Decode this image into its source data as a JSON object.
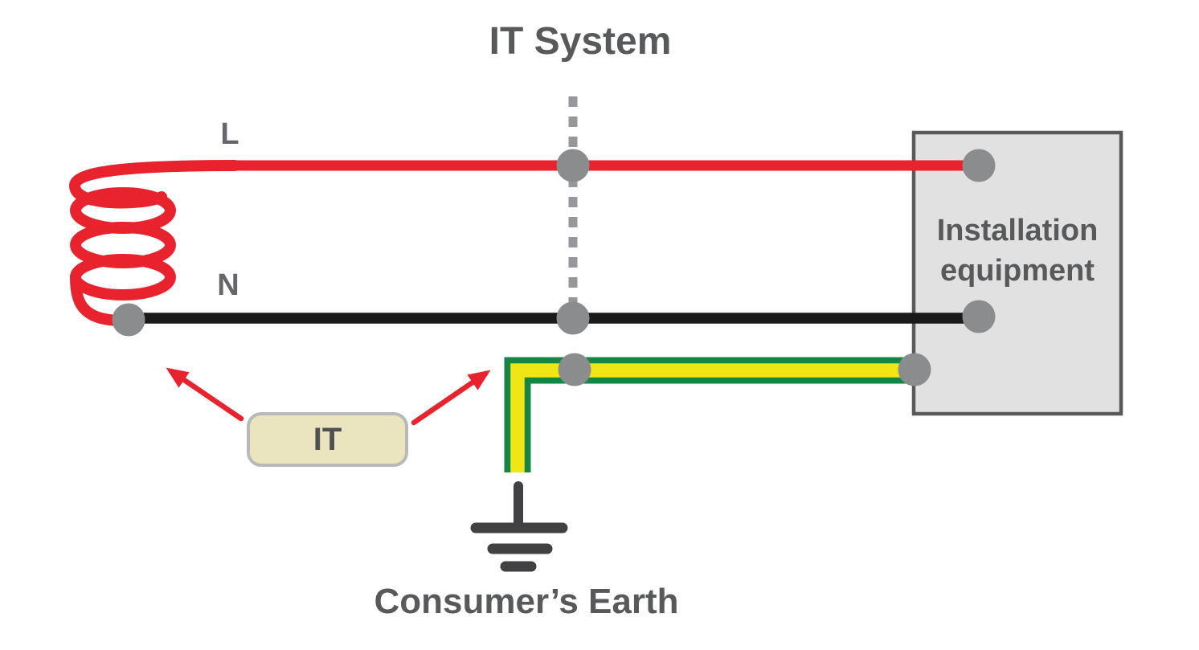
{
  "title": "IT System",
  "labels": {
    "line": "L",
    "neutral": "N"
  },
  "equipment": {
    "line1": "Installation",
    "line2": "equipment"
  },
  "badge": {
    "label": "IT"
  },
  "earth_label": "Consumer’s Earth",
  "colors": {
    "line_red": "#e8232e",
    "neutral_black": "#1a1a1a",
    "earth_green": "#168647",
    "earth_yellow": "#f0e515",
    "node_gray": "#8a8c8e",
    "dash_gray": "#95979a",
    "earth_symbol_gray": "#414042",
    "arrow_red": "#e8232e",
    "text_dark": "#58595b",
    "label_gray": "#66676a",
    "equipment_fill": "#e1e1e2",
    "equipment_border": "#58595b",
    "badge_fill": "#ebe5bf",
    "badge_border": "#b7b9bb"
  }
}
